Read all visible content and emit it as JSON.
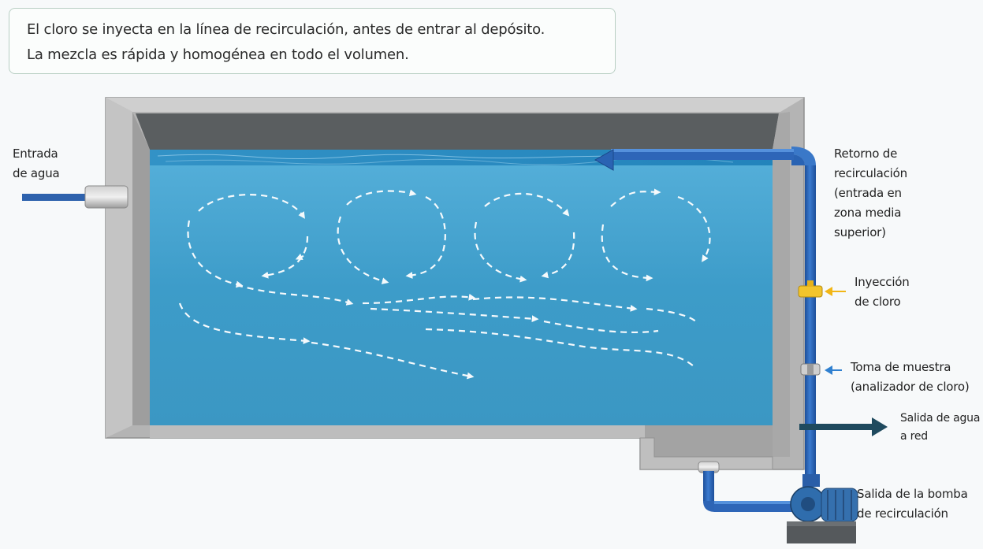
{
  "caption": {
    "line1": "El cloro se inyecta en la línea de recirculación, antes de entrar al depósito.",
    "line2": "La mezcla es rápida y homogénea en todo el volumen."
  },
  "labels": {
    "water_inlet": [
      "Entrada",
      "de agua"
    ],
    "recirculation_return": [
      "Retorno de",
      "recirculación",
      "(entrada en",
      "zona media",
      "superior)"
    ],
    "chlorine_injection": [
      "Inyección",
      "de cloro"
    ],
    "sample_tap": [
      "Toma de muestra",
      "(analizador de cloro)"
    ],
    "network_outlet": [
      "Salida de agua",
      "a red"
    ],
    "pump_outlet": [
      "Salida de la bomba",
      "de recirculación"
    ]
  },
  "colors": {
    "water": "#4aa3cf",
    "pipe": "#2a63b3",
    "concrete": "#b9b9b9",
    "injection_arrow": "#f2b616",
    "sample_arrow": "#2f80d0",
    "outlet_arrow": "#1f4a5e"
  },
  "icons": {
    "flow": "dashed-circulation-arrows",
    "injection": "yellow-valve-icon",
    "sample": "sample-tap-icon",
    "pump": "pump-icon"
  }
}
